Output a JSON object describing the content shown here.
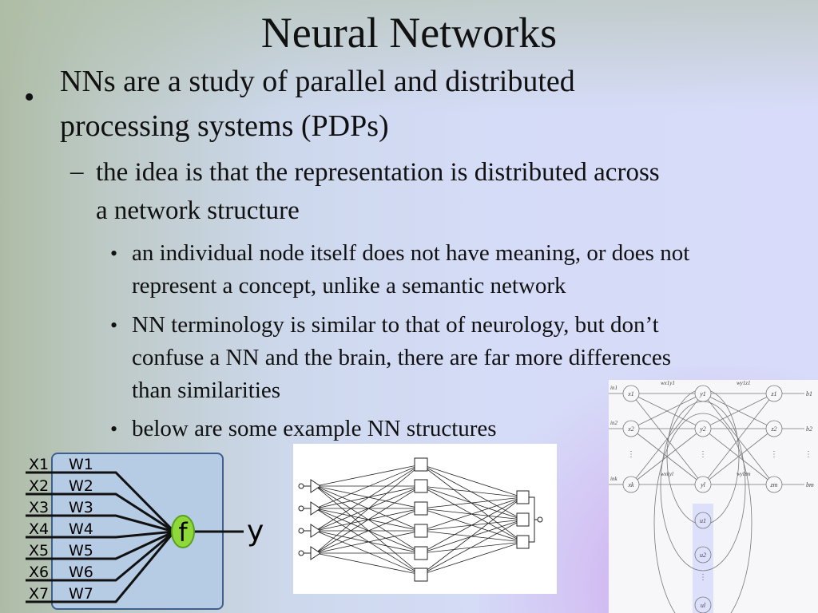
{
  "title": "Neural Networks",
  "bullets": {
    "b1_line1": "NNs are a study of parallel and distributed",
    "b1_line2": "processing systems (PDPs)",
    "b2_line1": "the idea is that the representation is distributed across",
    "b2_line2": "a network structure",
    "b3_line1": "an individual node itself does not have meaning, or does not",
    "b3_line2": "represent a concept, unlike a semantic network",
    "b4_line1": "NN terminology is similar to that of neurology, but don’t",
    "b4_line2": "confuse a NN and the brain, there are far more differences",
    "b4_line3": "than similarities",
    "b5_line1": "below are some example NN structures"
  },
  "perceptron": {
    "inputs": [
      "X1",
      "X2",
      "X3",
      "X4",
      "X5",
      "X6",
      "X7"
    ],
    "weights": [
      "W1",
      "W2",
      "W3",
      "W4",
      "W5",
      "W6",
      "W7"
    ],
    "function": "f",
    "output": "y"
  },
  "recurrent": {
    "inputs": [
      "in1",
      "in2",
      "ink"
    ],
    "x_nodes": [
      "x1",
      "x2",
      "xk"
    ],
    "y_nodes": [
      "y1",
      "y2",
      "yl"
    ],
    "z_nodes": [
      "z1",
      "z2",
      "zm"
    ],
    "u_nodes": [
      "u1",
      "u2",
      "ul"
    ],
    "outputs": [
      "b1",
      "b2",
      "bm"
    ],
    "weights": [
      "wx1y1",
      "wy1z1",
      "wxkyl",
      "wylzm"
    ]
  }
}
